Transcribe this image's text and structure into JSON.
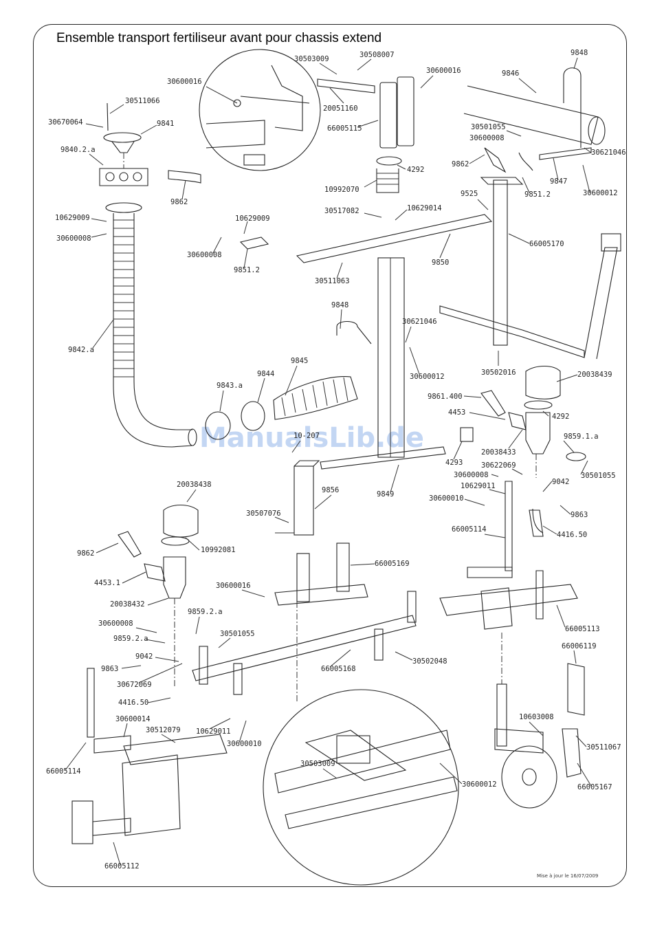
{
  "title": "Ensemble transport fertiliseur avant pour chassis extend",
  "watermark": "ManualsLib.de",
  "footer": "Mise à jour le 16/07/2009",
  "colors": {
    "line": "#333333",
    "watermark": "#a9c5ee",
    "background": "#ffffff"
  },
  "parts": [
    {
      "id": "p-30503009-top",
      "label": "30503009"
    },
    {
      "id": "p-30508007",
      "label": "30508007"
    },
    {
      "id": "p-30600016-a",
      "label": "30600016"
    },
    {
      "id": "p-30600016-b",
      "label": "30600016"
    },
    {
      "id": "p-20051160",
      "label": "20051160"
    },
    {
      "id": "p-66005115",
      "label": "66005115"
    },
    {
      "id": "p-9848-top",
      "label": "9848"
    },
    {
      "id": "p-9846",
      "label": "9846"
    },
    {
      "id": "p-30511066",
      "label": "30511066"
    },
    {
      "id": "p-30670064",
      "label": "30670064"
    },
    {
      "id": "p-9841",
      "label": "9841"
    },
    {
      "id": "p-9840-2a",
      "label": "9840.2.a"
    },
    {
      "id": "p-9862-a",
      "label": "9862"
    },
    {
      "id": "p-4292-a",
      "label": "4292"
    },
    {
      "id": "p-10992070",
      "label": "10992070"
    },
    {
      "id": "p-30501055-a",
      "label": "30501055"
    },
    {
      "id": "p-30600008-a",
      "label": "30600008"
    },
    {
      "id": "p-30621046-a",
      "label": "30621046"
    },
    {
      "id": "p-9862-b",
      "label": "9862"
    },
    {
      "id": "p-9851-2-a",
      "label": "9851.2"
    },
    {
      "id": "p-9847",
      "label": "9847"
    },
    {
      "id": "p-30600012-a",
      "label": "30600012"
    },
    {
      "id": "p-9525",
      "label": "9525"
    },
    {
      "id": "p-30517082",
      "label": "30517082"
    },
    {
      "id": "p-10629014",
      "label": "10629014"
    },
    {
      "id": "p-10629009-a",
      "label": "10629009"
    },
    {
      "id": "p-30600008-b",
      "label": "30600008"
    },
    {
      "id": "p-10629009-b",
      "label": "10629009"
    },
    {
      "id": "p-30600008-c",
      "label": "30600008"
    },
    {
      "id": "p-9851-2-b",
      "label": "9851.2"
    },
    {
      "id": "p-66005170",
      "label": "66005170"
    },
    {
      "id": "p-9850",
      "label": "9850"
    },
    {
      "id": "p-30511063",
      "label": "30511063"
    },
    {
      "id": "p-9842a",
      "label": "9842.a"
    },
    {
      "id": "p-9848-mid",
      "label": "9848"
    },
    {
      "id": "p-30621046-b",
      "label": "30621046"
    },
    {
      "id": "p-30600012-b",
      "label": "30600012"
    },
    {
      "id": "p-30502016",
      "label": "30502016"
    },
    {
      "id": "p-20038439",
      "label": "20038439"
    },
    {
      "id": "p-9845",
      "label": "9845"
    },
    {
      "id": "p-9844",
      "label": "9844"
    },
    {
      "id": "p-9843a",
      "label": "9843.a"
    },
    {
      "id": "p-9861-400",
      "label": "9861.400"
    },
    {
      "id": "p-4453-a",
      "label": "4453"
    },
    {
      "id": "p-4292-b",
      "label": "4292"
    },
    {
      "id": "p-10-207",
      "label": "10-207"
    },
    {
      "id": "p-4293",
      "label": "4293"
    },
    {
      "id": "p-20038433",
      "label": "20038433"
    },
    {
      "id": "p-9859-1a",
      "label": "9859.1.a"
    },
    {
      "id": "p-30622069",
      "label": "30622069"
    },
    {
      "id": "p-30600008-d",
      "label": "30600008"
    },
    {
      "id": "p-30501055-b",
      "label": "30501055"
    },
    {
      "id": "p-10629011-a",
      "label": "10629011"
    },
    {
      "id": "p-9042-a",
      "label": "9042"
    },
    {
      "id": "p-30600010-a",
      "label": "30600010"
    },
    {
      "id": "p-9863-a",
      "label": "9863"
    },
    {
      "id": "p-66005114-a",
      "label": "66005114"
    },
    {
      "id": "p-4416-50-a",
      "label": "4416.50"
    },
    {
      "id": "p-9849",
      "label": "9849"
    },
    {
      "id": "p-9856",
      "label": "9856"
    },
    {
      "id": "p-20038438",
      "label": "20038438"
    },
    {
      "id": "p-30507076",
      "label": "30507076"
    },
    {
      "id": "p-10992081",
      "label": "10992081"
    },
    {
      "id": "p-9862-c",
      "label": "9862"
    },
    {
      "id": "p-66005169",
      "label": "66005169"
    },
    {
      "id": "p-4453-1",
      "label": "4453.1"
    },
    {
      "id": "p-30600016-c",
      "label": "30600016"
    },
    {
      "id": "p-20038432",
      "label": "20038432"
    },
    {
      "id": "p-66005113",
      "label": "66005113"
    },
    {
      "id": "p-9859-2a-top",
      "label": "9859.2.a"
    },
    {
      "id": "p-30600008-e",
      "label": "30600008"
    },
    {
      "id": "p-9859-2a",
      "label": "9859.2.a"
    },
    {
      "id": "p-30501055-c",
      "label": "30501055"
    },
    {
      "id": "p-9042-b",
      "label": "9042"
    },
    {
      "id": "p-9863-b",
      "label": "9863"
    },
    {
      "id": "p-30502048",
      "label": "30502048"
    },
    {
      "id": "p-66005168",
      "label": "66005168"
    },
    {
      "id": "p-66006119",
      "label": "66006119"
    },
    {
      "id": "p-30672069",
      "label": "30672069"
    },
    {
      "id": "p-4416-50-b",
      "label": "4416.50"
    },
    {
      "id": "p-30600014",
      "label": "30600014"
    },
    {
      "id": "p-30512079",
      "label": "30512079"
    },
    {
      "id": "p-10629011-b",
      "label": "10629011"
    },
    {
      "id": "p-30600010-b",
      "label": "30600010"
    },
    {
      "id": "p-10603008",
      "label": "10603008"
    },
    {
      "id": "p-30511067",
      "label": "30511067"
    },
    {
      "id": "p-66005114-b",
      "label": "66005114"
    },
    {
      "id": "p-30503009-bottom",
      "label": "30503009"
    },
    {
      "id": "p-30600012-c",
      "label": "30600012"
    },
    {
      "id": "p-66005167",
      "label": "66005167"
    },
    {
      "id": "p-66005112",
      "label": "66005112"
    }
  ]
}
